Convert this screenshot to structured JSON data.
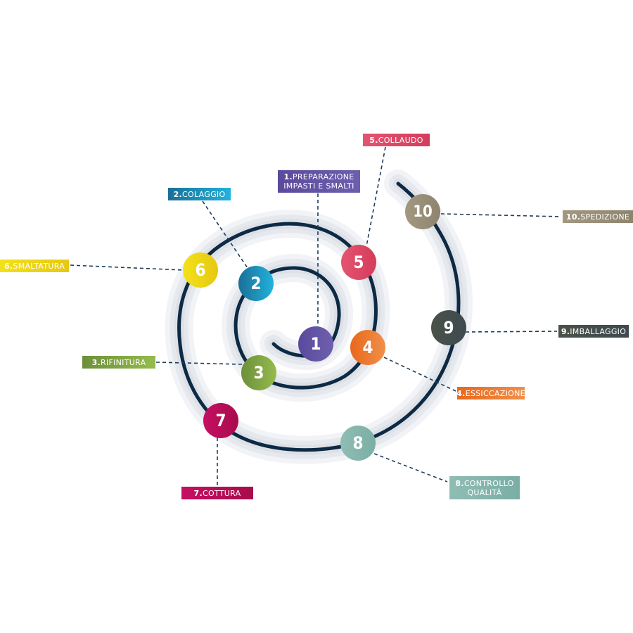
{
  "diagram": {
    "type": "spiral-process",
    "steps": [
      {
        "number": "1",
        "label_num": "1.",
        "label_line1": "PREPARAZIONE",
        "label_line2": "IMPASTI E SMALTI",
        "color": "#5b4a9c",
        "color2": "#6e5fae"
      },
      {
        "number": "2",
        "label_num": "2.",
        "label_line1": "COLAGGIO",
        "label_line2": "",
        "color": "#1a6f96",
        "color2": "#22b2dc"
      },
      {
        "number": "3",
        "label_num": "3.",
        "label_line1": "RIFINITURA",
        "label_line2": "",
        "color": "#6c8f3a",
        "color2": "#96bb4c"
      },
      {
        "number": "4",
        "label_num": "4.",
        "label_line1": "ESSICCAZIONE",
        "label_line2": "",
        "color": "#e8681c",
        "color2": "#f0904a"
      },
      {
        "number": "5",
        "label_num": "5.",
        "label_line1": "COLLAUDO",
        "label_line2": "",
        "color": "#e35470",
        "color2": "#d43c5c"
      },
      {
        "number": "6",
        "label_num": "6.",
        "label_line1": "SMALTATURA",
        "label_line2": "",
        "color": "#f2e11a",
        "color2": "#e6c812"
      },
      {
        "number": "7",
        "label_num": "7.",
        "label_line1": "COTTURA",
        "label_line2": "",
        "color": "#c50f62",
        "color2": "#a80d4c"
      },
      {
        "number": "8",
        "label_num": "8.",
        "label_line1": "CONTROLLO",
        "label_line2": "QUALITÀ",
        "color": "#8fbdb4",
        "color2": "#7aaea4"
      },
      {
        "number": "9",
        "label_num": "9.",
        "label_line1": "IMBALLAGGIO",
        "label_line2": "",
        "color": "#4a5248",
        "color2": "#3e4a50"
      },
      {
        "number": "10",
        "label_num": "10.",
        "label_line1": "SPEDIZIONE",
        "label_line2": "",
        "color": "#a39880",
        "color2": "#8e846e"
      }
    ],
    "spiral_color": "#0d2a44",
    "halo_color": "#e6e9ee",
    "leader_color": "#1c3d5a"
  }
}
